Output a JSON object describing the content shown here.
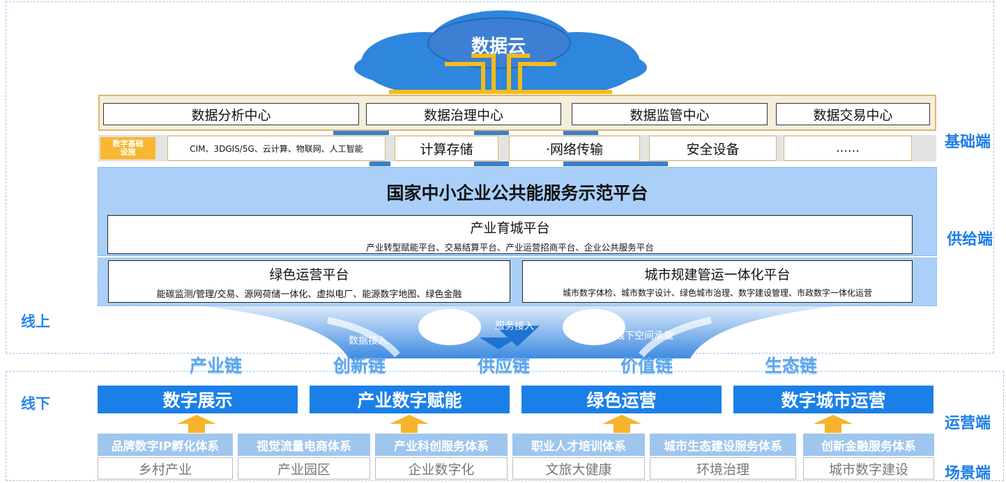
{
  "cloud": {
    "label": "数据云",
    "colors": {
      "cloud": "#2f86dd",
      "core": "#3d7fd3",
      "pipe": "#f2bc1b"
    }
  },
  "data_centers": [
    "数据分析中心",
    "数据治理中心",
    "数据监管中心",
    "数据交易中心"
  ],
  "infrastructure": {
    "tag": "数字基础设施",
    "items": [
      "CIM、3DGIS/5G、云计算、物联网、人工智能",
      "计算存储",
      "·网络传输",
      "安全设备",
      "……"
    ]
  },
  "platform": {
    "title": "国家中小企业公共能服务示范平台",
    "industry": {
      "title": "产业育城平台",
      "desc": "产业转型赋能平台、交易结算平台、产业运营招商平台、企业公共服务平台"
    },
    "green": {
      "title": "绿色运营平台",
      "desc": "能碳监测/管理/交易、源网荷储一体化、虚拟电厂、能源数字地图、绿色金融"
    },
    "city": {
      "title": "城市规建管运一体化平台",
      "desc": "城市数字体检、城市数字设计、绿色城市治理、数字建设管理、市政数字一体化运营"
    }
  },
  "flows": [
    "数据接入",
    "服务接入",
    "线下空间承载"
  ],
  "chains": [
    "产业链",
    "创新链",
    "供应链",
    "价值链",
    "生态链"
  ],
  "zones": {
    "online": "线上",
    "offline": "线下"
  },
  "side_labels": {
    "base": "基础端",
    "supply": "供给端",
    "operation": "运营端",
    "scene": "场景端"
  },
  "operations": [
    "数字展示",
    "产业数字赋能",
    "绿色运营",
    "数字城市运营"
  ],
  "systems": [
    "品牌数字IP孵化体系",
    "视觉流量电商体系",
    "产业科创服务体系",
    "职业人才培训体系",
    "城市生态建设服务体系",
    "创新金融服务体系"
  ],
  "scenes": [
    "乡村产业",
    "产业园区",
    "企业数字化",
    "文旅大健康",
    "环境治理",
    "城市数字建设"
  ],
  "colors": {
    "accent": "#1a80e8",
    "platform": "#aad0fa",
    "gold": "#f7b731"
  }
}
